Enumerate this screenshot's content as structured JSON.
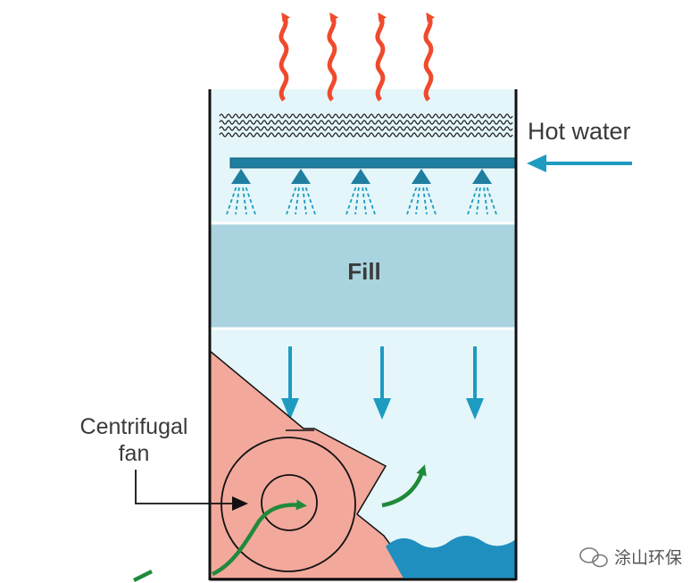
{
  "labels": {
    "hot_water": "Hot water",
    "fill": "Fill",
    "fan_line1": "Centrifugal",
    "fan_line2": "fan"
  },
  "watermark": {
    "icon": "wechat-icon",
    "text": "涂山环保"
  },
  "colors": {
    "hot_air": "#f04a2c",
    "water_arrow": "#1e9bc0",
    "tower_interior": "#e4f6fa",
    "fill_band": "#a9d3de",
    "fan_housing": "#f3a89c",
    "air_flow": "#1f8a3a",
    "water_basin": "#1f8fbf",
    "wall": "#111111"
  }
}
